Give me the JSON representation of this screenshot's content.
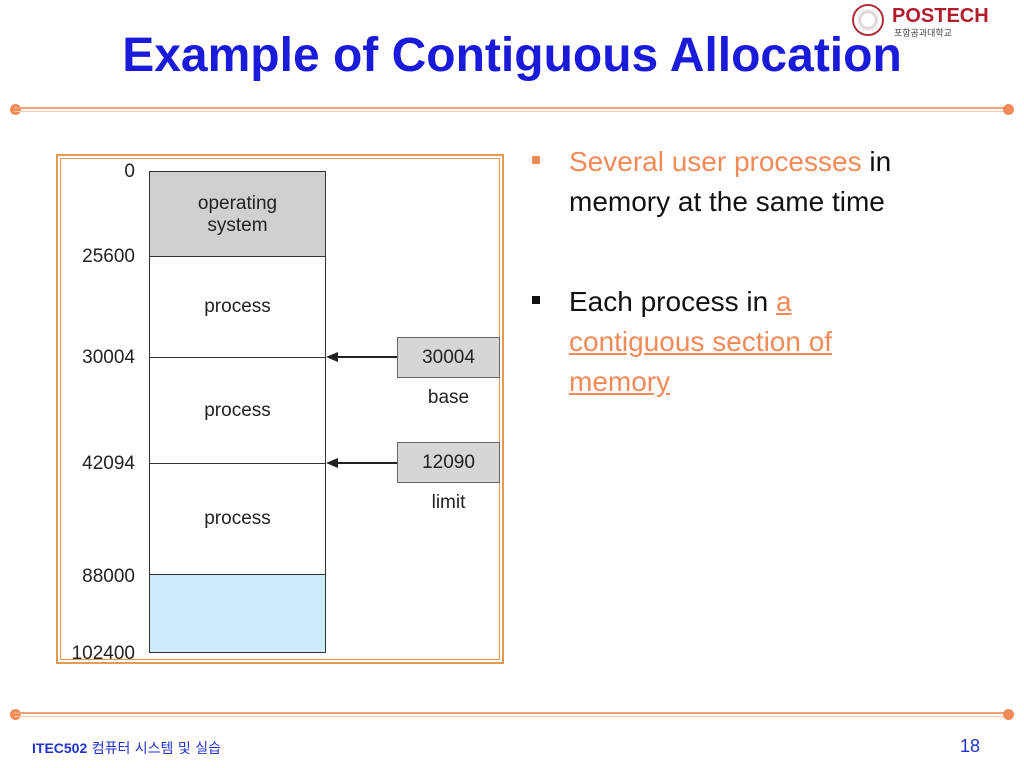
{
  "slide": {
    "title": "Example of Contiguous Allocation",
    "logo": {
      "name": "POSTECH",
      "subtitle": "포항공과대학교"
    },
    "diagram": {
      "addresses": [
        "0",
        "25600",
        "30004",
        "42094",
        "88000",
        "102400"
      ],
      "segments": {
        "os": "operating system",
        "process1": "process",
        "process2": "process",
        "process3": "process"
      },
      "registers": {
        "base_value": "30004",
        "base_label": "base",
        "limit_value": "12090",
        "limit_label": "limit"
      }
    },
    "bullets": {
      "b1_highlight": "Several user processes",
      "b1_rest_a": " in",
      "b1_rest_b": "memory at the same time",
      "b2_text": "Each process in ",
      "b2_link_1": "a",
      "b2_link_2": "contiguous section of",
      "b2_link_3": "memory"
    },
    "footer": {
      "course_code": "ITEC502",
      "course_name": " 컴퓨터 시스템 및 실습",
      "page_number": "18"
    },
    "colors": {
      "title": "#1a1adb",
      "accent": "#f28a57",
      "footer": "#2233cc"
    }
  }
}
